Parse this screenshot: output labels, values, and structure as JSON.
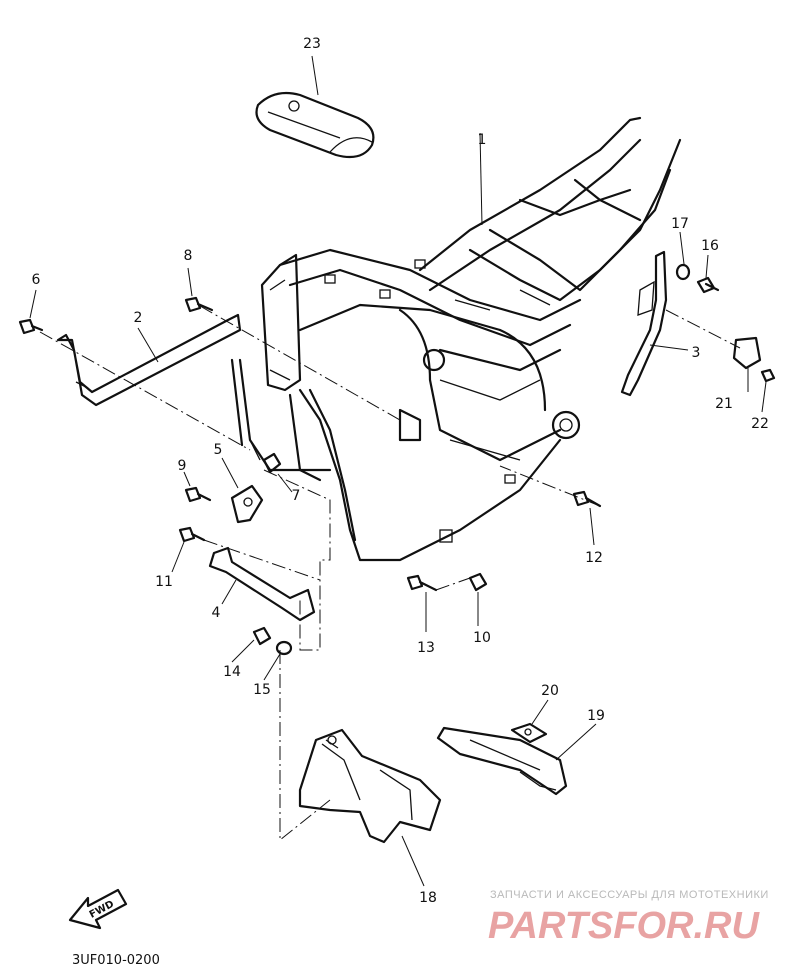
{
  "diagram": {
    "part_labels": {
      "p1": "1",
      "p2": "2",
      "p3": "3",
      "p4": "4",
      "p5": "5",
      "p6": "6",
      "p7": "7",
      "p8": "8",
      "p9": "9",
      "p10": "10",
      "p11": "11",
      "p12": "12",
      "p13": "13",
      "p14": "14",
      "p15": "15",
      "p16": "16",
      "p17": "17",
      "p18": "18",
      "p19": "19",
      "p20": "20",
      "p21": "21",
      "p22": "22",
      "p23": "23"
    },
    "drawing_code": "3UF010-0200",
    "fwd_label": "FWD"
  },
  "watermark": {
    "tagline": "ЗАПЧАСТИ И АКСЕССУАРЫ ДЛЯ МОТОТЕХНИКИ",
    "brand": "PARTSFOR.RU"
  }
}
